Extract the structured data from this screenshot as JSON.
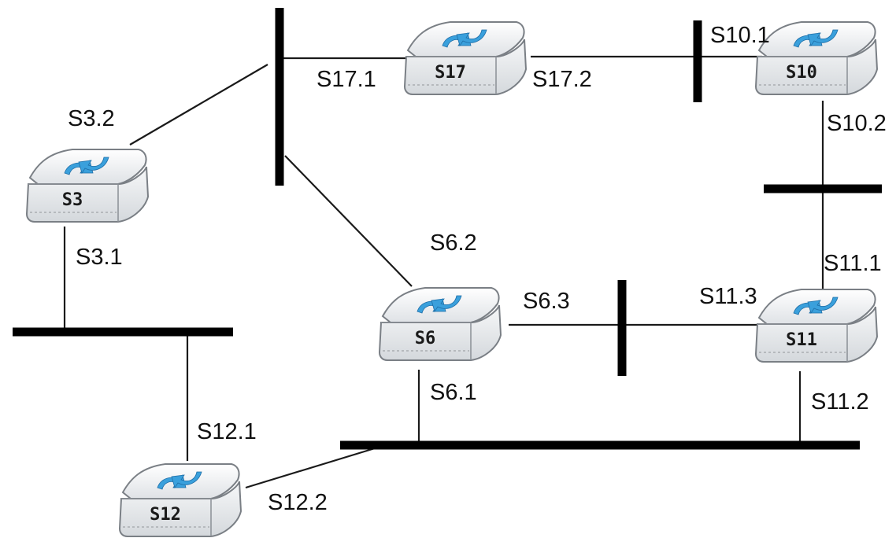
{
  "switches": [
    {
      "id": "s3",
      "label": "S3"
    },
    {
      "id": "s17",
      "label": "S17"
    },
    {
      "id": "s10",
      "label": "S10"
    },
    {
      "id": "s6",
      "label": "S6"
    },
    {
      "id": "s11",
      "label": "S11"
    },
    {
      "id": "s12",
      "label": "S12"
    }
  ],
  "ports": {
    "s3_2": "S3.2",
    "s3_1": "S3.1",
    "s17_1": "S17.1",
    "s17_2": "S17.2",
    "s10_1": "S10.1",
    "s10_2": "S10.2",
    "s11_1": "S11.1",
    "s11_3": "S11.3",
    "s11_2": "S11.2",
    "s6_2": "S6.2",
    "s6_3": "S6.3",
    "s6_1": "S6.1",
    "s12_1": "S12.1",
    "s12_2": "S12.2"
  },
  "colors": {
    "switch_body": "#eef0f2",
    "switch_outline": "#7a7f85",
    "arrow": "#3aa0dc",
    "bus": "#000000"
  },
  "icon": "switch-icon"
}
